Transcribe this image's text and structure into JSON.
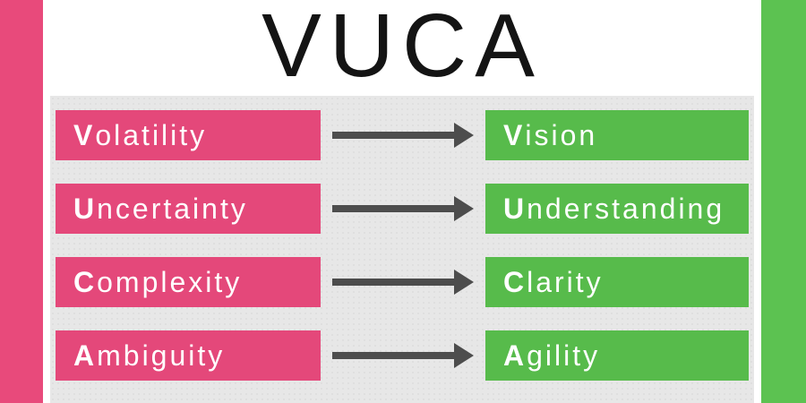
{
  "title": "VUCA",
  "colors": {
    "left_border_pink": "#e84a7b",
    "right_border_green": "#5cc251",
    "pink_box": "#e4487a",
    "green_box": "#57bb4b",
    "panel_gray": "#e7e7e7",
    "arrow_gray": "#4d4d4d",
    "title_black": "#141414"
  },
  "rows": [
    {
      "from_initial": "V",
      "from_rest": "olatility",
      "to_initial": "V",
      "to_rest": "ision"
    },
    {
      "from_initial": "U",
      "from_rest": "ncertainty",
      "to_initial": "U",
      "to_rest": "nderstanding"
    },
    {
      "from_initial": "C",
      "from_rest": "omplexity",
      "to_initial": "C",
      "to_rest": "larity"
    },
    {
      "from_initial": "A",
      "from_rest": "mbiguity",
      "to_initial": "A",
      "to_rest": "gility"
    }
  ]
}
